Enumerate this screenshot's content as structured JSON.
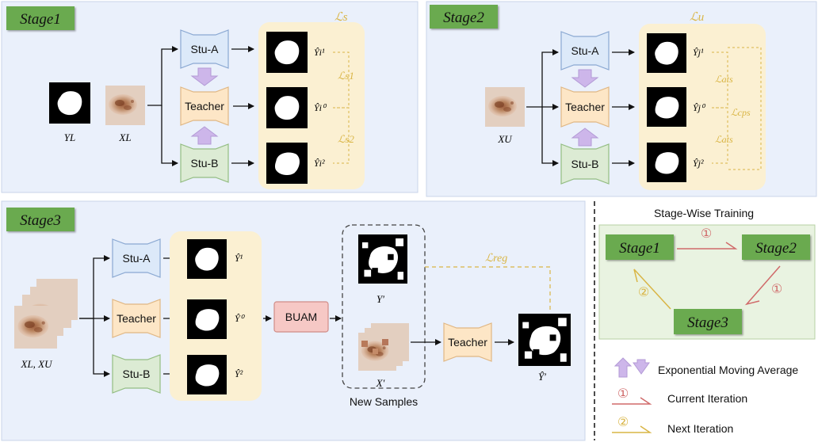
{
  "stage1": {
    "tag": "Stage1",
    "loss_s": "ℒs",
    "loss_s1": "ℒs1",
    "loss_s2": "ℒs2",
    "y_label": "YL",
    "x_label": "XL",
    "stu_a": "Stu-A",
    "teacher": "Teacher",
    "stu_b": "Stu-B",
    "pred1": "Ŷi¹",
    "pred0": "Ŷi⁰",
    "pred2": "Ŷi²"
  },
  "stage2": {
    "tag": "Stage2",
    "loss_u": "ℒu",
    "loss_ats_top": "ℒats",
    "loss_ats_bottom": "ℒats",
    "loss_cps": "ℒcps",
    "x_label": "XU",
    "stu_a": "Stu-A",
    "teacher": "Teacher",
    "stu_b": "Stu-B",
    "pred1": "Ŷj¹",
    "pred0": "Ŷj⁰",
    "pred2": "Ŷj²"
  },
  "stage3": {
    "tag": "Stage3",
    "x_label": "XL, XU",
    "stu_a": "Stu-A",
    "teacher": "Teacher",
    "stu_b": "Stu-B",
    "pred1": "Ŷ¹",
    "pred0": "Ŷ⁰",
    "pred2": "Ŷ²",
    "buam": "BUAM",
    "y_prime": "Y′",
    "x_prime": "X′",
    "new_samples": "New Samples",
    "teacher2": "Teacher",
    "y_hat_prime": "Ŷ′",
    "loss_reg": "ℒreg"
  },
  "training": {
    "title": "Stage-Wise Training",
    "s1": "Stage1",
    "s2": "Stage2",
    "s3": "Stage3",
    "c1": "①",
    "c2": "①",
    "c3": "②"
  },
  "legend": {
    "ema": "Exponential Moving Average",
    "current_num": "①",
    "current": "Current Iteration",
    "next_num": "②",
    "next": "Next Iteration"
  },
  "colors": {
    "panel": "#eaf0fb",
    "stagetag": "#6aaa4f",
    "student_a": "#dce9f9",
    "teacher": "#fde6c6",
    "student_b": "#dcebd4",
    "preds_bg": "#fbf0d2",
    "buam": "#f6c8c5",
    "ema": "#cdb6ea",
    "red": "#d06a6a",
    "gold": "#d9b545"
  }
}
